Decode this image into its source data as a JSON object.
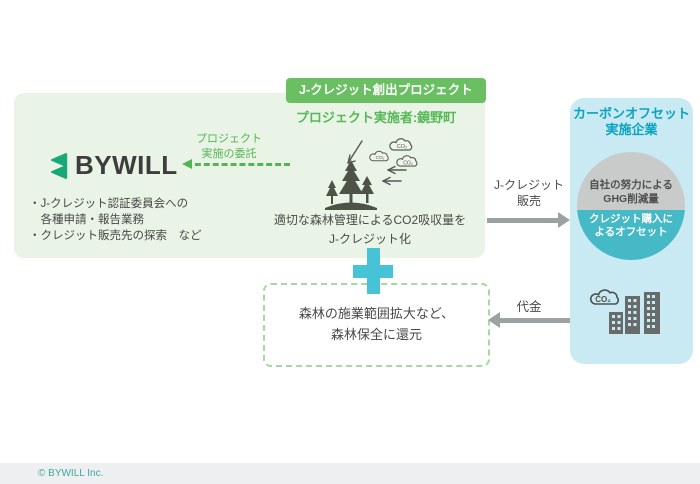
{
  "badge": {
    "label": "J-クレジット創出プロジェクト"
  },
  "implementer": {
    "label": "プロジェクト実施者:鏡野町"
  },
  "bywill": {
    "name": "BYWILL",
    "tasks": {
      "line1": "・J-クレジット認証委員会への",
      "line2": "　各種申請・報告業務",
      "line3": "・クレジット販売先の探索　など"
    }
  },
  "delegation": {
    "line1": "プロジェクト",
    "line2": "実施の委託"
  },
  "forest": {
    "caption_line1": "適切な森林管理によるCO2吸収量を",
    "caption_line2": "J-クレジット化",
    "co2_label": "CO₂"
  },
  "sale_arrow": {
    "line1": "J-クレジット",
    "line2": "販売"
  },
  "payment_arrow": {
    "label": "代金"
  },
  "return_box": {
    "line1": "森林の施業範囲拡大など、",
    "line2": "森林保全に還元"
  },
  "offset_company": {
    "title_line1": "カーボンオフセット",
    "title_line2": "実施企業",
    "circle": {
      "top_line1": "自社の努力による",
      "top_line2": "GHG削減量",
      "bottom_line1": "クレジット購入に",
      "bottom_line2": "よるオフセット"
    },
    "co2_label": "CO₂"
  },
  "footer": {
    "copyright": "© BYWILL Inc."
  },
  "colors": {
    "project_box_bg": "#e9f4e6",
    "badge_green": "#6abf62",
    "accent_green": "#56b857",
    "logo_green": "#19a878",
    "offset_box_bg": "#c9eaf2",
    "offset_title_teal": "#0aa3c2",
    "circle_gray": "#c9cbcb",
    "circle_teal": "#45b9c6",
    "plus_cyan": "#47c3d8",
    "arrow_gray": "#9aa2a2",
    "tree_dark": "#4d5446",
    "footer_bg": "#edeff0",
    "footer_text": "#3fa89f"
  }
}
